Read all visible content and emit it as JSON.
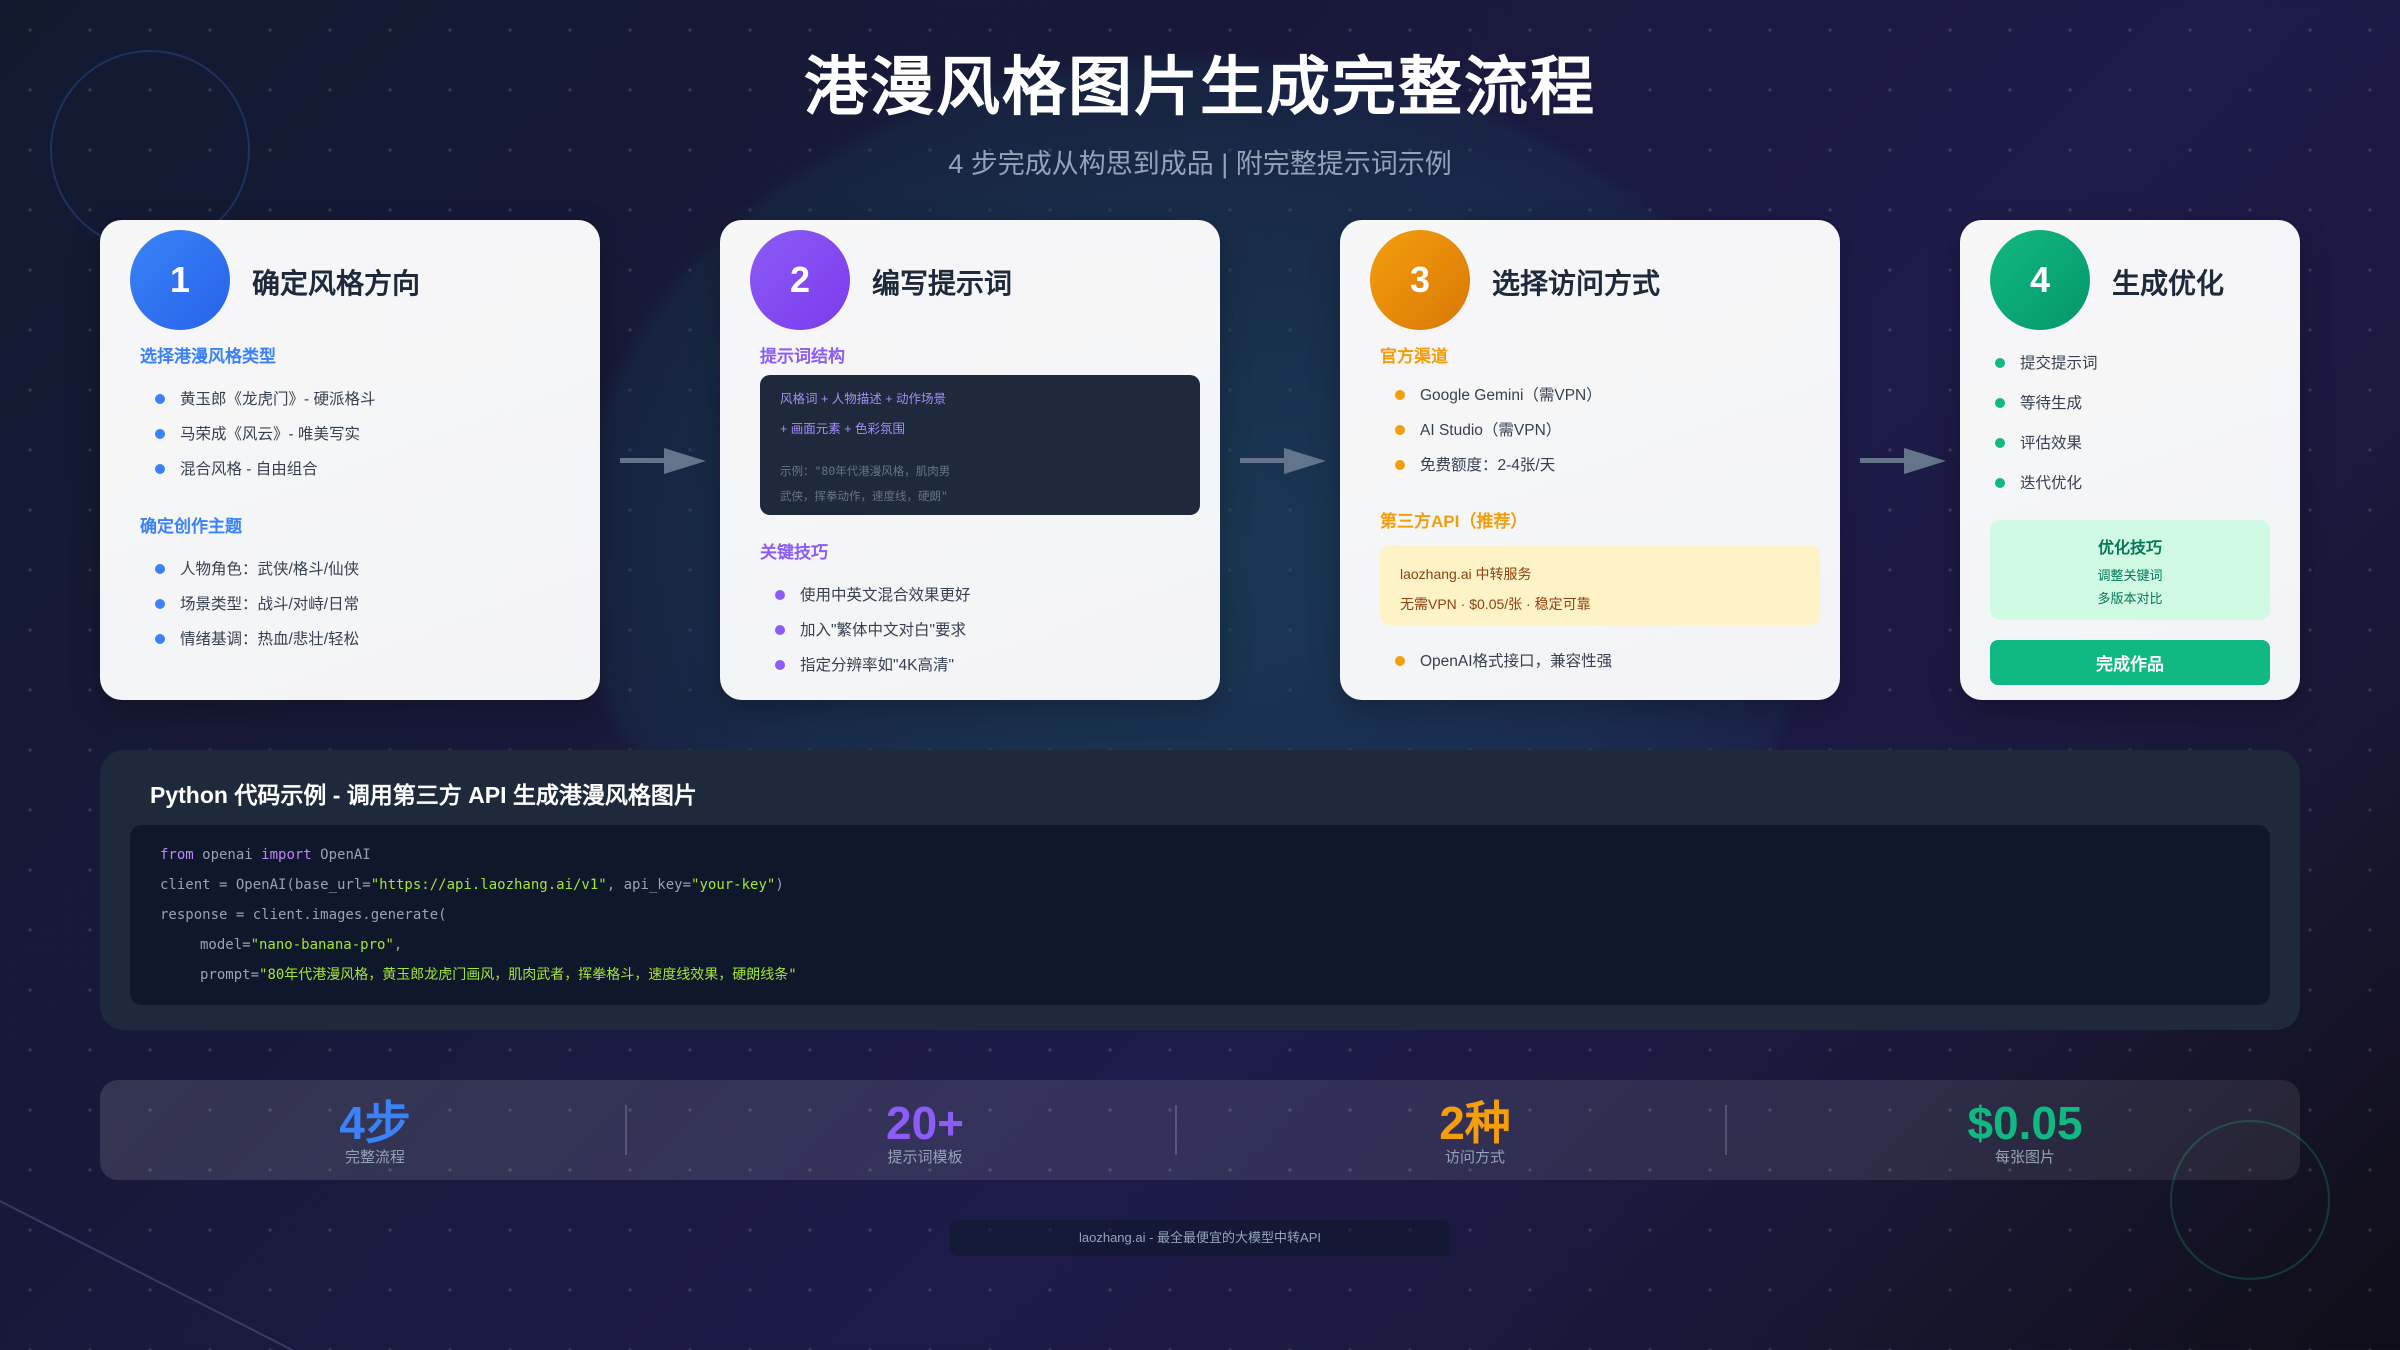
{
  "header": {
    "title": "港漫风格图片生成完整流程",
    "subtitle": "4 步完成从构思到成品 | 附完整提示词示例"
  },
  "colors": {
    "step1": "#3b82f6",
    "step2": "#8b5cf6",
    "step3": "#f59e0b",
    "step4": "#10b981",
    "arrow": "#64748b"
  },
  "steps": [
    {
      "number": "1",
      "title": "确定风格方向",
      "sections": [
        {
          "label": "选择港漫风格类型",
          "items": [
            "黄玉郎《龙虎门》- 硬派格斗",
            "马荣成《风云》- 唯美写实",
            "混合风格 - 自由组合"
          ]
        },
        {
          "label": "确定创作主题",
          "items": [
            "人物角色：武侠/格斗/仙侠",
            "场景类型：战斗/对峙/日常",
            "情绪基调：热血/悲壮/轻松"
          ]
        }
      ]
    },
    {
      "number": "2",
      "title": "编写提示词",
      "structure_label": "提示词结构",
      "structure_lines": [
        "风格词  +  人物描述  +  动作场景",
        "+  画面元素  +  色彩氛围"
      ],
      "example_lines": [
        "示例：\"80年代港漫风格，肌肉男",
        "武侠，挥拳动作，速度线，硬朗\""
      ],
      "tips_label": "关键技巧",
      "tips": [
        "使用中英文混合效果更好",
        "加入\"繁体中文对白\"要求",
        "指定分辨率如\"4K高清\""
      ]
    },
    {
      "number": "3",
      "title": "选择访问方式",
      "official_label": "官方渠道",
      "official_items": [
        "Google Gemini（需VPN）",
        "AI Studio（需VPN）",
        "免费额度：2-4张/天"
      ],
      "third_party_label": "第三方API（推荐）",
      "highlight_lines": [
        "laozhang.ai 中转服务",
        "无需VPN · $0.05/张 · 稳定可靠"
      ],
      "extra_items": [
        "OpenAI格式接口，兼容性强"
      ]
    },
    {
      "number": "4",
      "title": "生成优化",
      "items": [
        "提交提示词",
        "等待生成",
        "评估效果",
        "迭代优化"
      ],
      "tips_title": "优化技巧",
      "tips_lines": [
        "调整关键词",
        "多版本对比"
      ],
      "finish_label": "完成作品"
    }
  ],
  "code": {
    "title": "Python 代码示例 - 调用第三方 API 生成港漫风格图片",
    "lines": [
      {
        "parts": [
          {
            "t": "from",
            "c": "kw"
          },
          {
            "t": " openai ",
            "c": ""
          },
          {
            "t": "import",
            "c": "kw"
          },
          {
            "t": " OpenAI",
            "c": ""
          }
        ]
      },
      {
        "parts": [
          {
            "t": "client = OpenAI(base_url=",
            "c": ""
          },
          {
            "t": "\"https://api.laozhang.ai/v1\"",
            "c": "str"
          },
          {
            "t": ", api_key=",
            "c": ""
          },
          {
            "t": "\"your-key\"",
            "c": "str"
          },
          {
            "t": ")",
            "c": ""
          }
        ]
      },
      {
        "parts": [
          {
            "t": "response = client.images.generate(",
            "c": ""
          }
        ]
      },
      {
        "indent": true,
        "parts": [
          {
            "t": "model=",
            "c": ""
          },
          {
            "t": "\"nano-banana-pro\"",
            "c": "str"
          },
          {
            "t": ",",
            "c": ""
          }
        ]
      },
      {
        "indent": true,
        "parts": [
          {
            "t": "prompt=",
            "c": ""
          },
          {
            "t": "\"80年代港漫风格，黄玉郎龙虎门画风，肌肉武者，挥拳格斗，速度线效果，硬朗线条\"",
            "c": "str"
          }
        ]
      }
    ]
  },
  "stats": [
    {
      "value": "4步",
      "label": "完整流程",
      "color": "#3b82f6"
    },
    {
      "value": "20+",
      "label": "提示词模板",
      "color": "#8b5cf6"
    },
    {
      "value": "2种",
      "label": "访问方式",
      "color": "#f59e0b"
    },
    {
      "value": "$0.05",
      "label": "每张图片",
      "color": "#10b981"
    }
  ],
  "footer": {
    "text": "laozhang.ai - 最全最便宜的大模型中转API"
  }
}
